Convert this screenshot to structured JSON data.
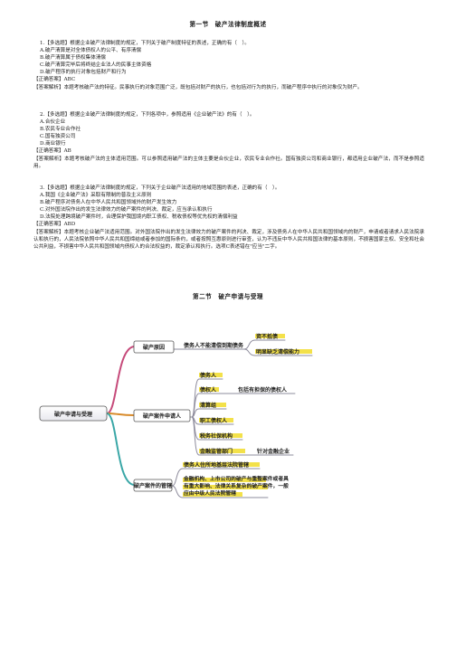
{
  "section1_title": "第一节　破产法律制度概述",
  "questions": [
    {
      "stem": "1.【多选题】根据企业破产法律制度的规定，下列关于破产制度特征的表述，正确的有（　）。",
      "options": [
        "A.破产清算是对全体债权人的公平、有序清偿",
        "B.破产清算属于债权集体清偿",
        "C.破产清算完毕后将终结企业法人的民事主体资格",
        "D.破产程序的执行对象包括财产和行为"
      ],
      "answer": "【正确答案】ABC",
      "analysis": "【答案解析】本题考核破产法的特征。民事执行的对象范围广泛，既包括对财产的执行，也包括对行为的执行，而破产程序中执行的对象仅为财产。"
    },
    {
      "stem": "2.【多选题】根据企业破产法律制度的规定，下列各项中，参照适用《企业破产法》的有（　）。",
      "options": [
        "A.合伙企业",
        "B.农民专业合作社",
        "C.国有独资公司",
        "D.商业银行"
      ],
      "answer": "【正确答案】AB",
      "analysis": "【答案解析】本题考核破产法的主体适用范围。可以参照适用破产法的主体主要是合伙企业，农民专业合作社。国有独资公司和商业银行，都适用企业破产法，而不是参照适用。"
    },
    {
      "stem": "3.【多选题】根据企业破产法律制度的规定，下列关于企业破产法适用的地域范围的表述，正确的有（　）。",
      "options": [
        "A.我国《企业破产法》采取有限制的普及主义原则",
        "B.破产程序对债务人在中华人民共和国领域外的财产发生效力",
        "C.对外国法院作出的发生法律效力的破产案件的判决、裁定，应当承认和执行",
        "D.法院处理跨境破产案件时，合理保护我国境内职工债权、税收债权等优先权的清偿利益"
      ],
      "answer": "【正确答案】ABD",
      "analysis": "【答案解析】本题考核企业破产法适用范围。对外国法院作出的发生法律效力的破产案件的判决、裁定，涉及债务人在中华人民共和国领域内的财产，申请或者请求人民法院承认和执行的，人民法院依照中华人民共和国缔结或者参加的国际条约，或者按照互惠原则进行审查，认为不违反中华人民共和国法律的基本原则，不损害国家主权、安全和社会公共利益，不损害中华人民共和国领域内债权人的合法权益的，裁定承认和执行。选项C表述错在\"应当\"二字。"
    }
  ],
  "section2_title": "第二节　破产申请与受理",
  "mindmap": {
    "root": "破产申请与受理",
    "branches": [
      {
        "label": "破产原因",
        "sub": "债务人不能清偿到期债务",
        "leaves": [
          "资不抵债",
          "明显缺乏清偿能力"
        ]
      },
      {
        "label": "破产案件申请人",
        "items": [
          "债务人",
          "债权人",
          "清算组",
          "职工债权人",
          "税务社保机构",
          "金融监管部门"
        ],
        "notes": {
          "债权人": "包括有担保的债权人",
          "金融监管部门": "针对金融企业"
        }
      },
      {
        "label": "破产案件的管辖",
        "items": [
          "债务人住所地基层法院管辖",
          "金融机构、上市公司的破产与重整案件或者具有重大影响、法律关系复杂的破产案件，一般应由中级人民法院管辖"
        ]
      }
    ],
    "line_color": "#8e8c9c",
    "highlight_color": "#f2dc2b"
  }
}
